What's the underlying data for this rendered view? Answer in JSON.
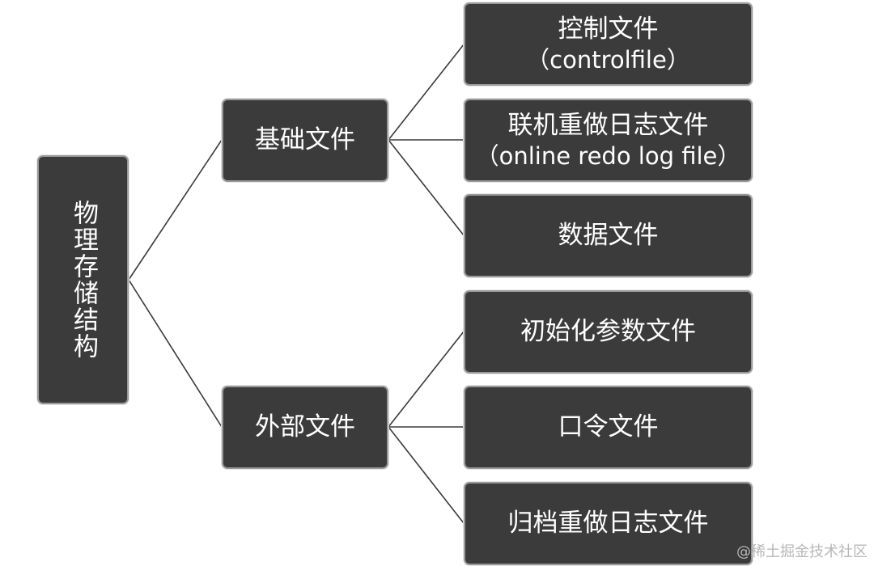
{
  "diagram": {
    "root": {
      "label": "物理存储结构"
    },
    "branches": [
      {
        "label": "基础文件",
        "children": [
          {
            "line1": "控制文件",
            "line2": "（controlfile）"
          },
          {
            "line1": "联机重做日志文件",
            "line2": "（online redo log file）"
          },
          {
            "line1": "数据文件"
          }
        ]
      },
      {
        "label": "外部文件",
        "children": [
          {
            "line1": "初始化参数文件"
          },
          {
            "line1": "口令文件"
          },
          {
            "line1": "归档重做日志文件"
          }
        ]
      }
    ]
  },
  "watermark": "@稀土掘金技术社区",
  "colors": {
    "box_fill": "#3b3b3b",
    "box_border": "#9a9a9a",
    "box_text": "#ffffff",
    "connector": "#3a3a3a",
    "background": "#ffffff"
  }
}
